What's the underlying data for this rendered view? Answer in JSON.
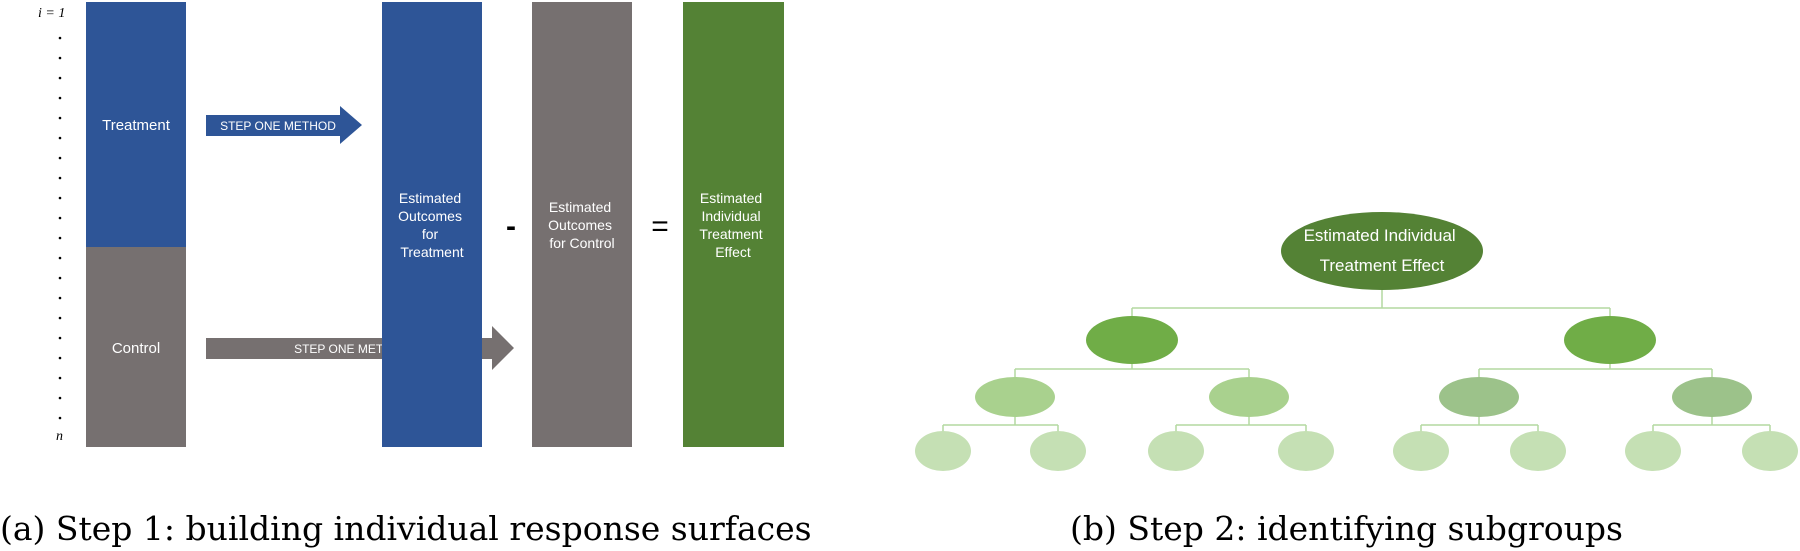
{
  "panel_a": {
    "index_start": "i = 1",
    "index_end": "n",
    "treatment_label": "Treatment",
    "control_label": "Control",
    "arrow_treatment_label": "STEP ONE METHOD",
    "arrow_control_label": "STEP ONE METHOD",
    "box_treatment_outcomes": [
      "Estimated",
      "Outcomes",
      "for",
      "Treatment"
    ],
    "minus_sign": "-",
    "box_control_outcomes": [
      "Estimated",
      "Outcomes",
      "for Control"
    ],
    "equals_sign": "=",
    "box_effect": [
      "Estimated",
      "Individual",
      "Treatment",
      "Effect"
    ],
    "caption": "(a) Step 1: building individual response surfaces"
  },
  "panel_b": {
    "root_label": [
      "Estimated Individual",
      "Treatment Effect"
    ],
    "caption": "(b) Step 2: identifying subgroups"
  },
  "colors": {
    "blue": "#2e5597",
    "gray": "#767070",
    "green_dark": "#548235",
    "green_mid": "#70ad47",
    "green_light": "#a9d18e",
    "green_muted": "#9cc28a",
    "green_pale": "#c5e0b4",
    "connector": "#b4d9a0"
  }
}
